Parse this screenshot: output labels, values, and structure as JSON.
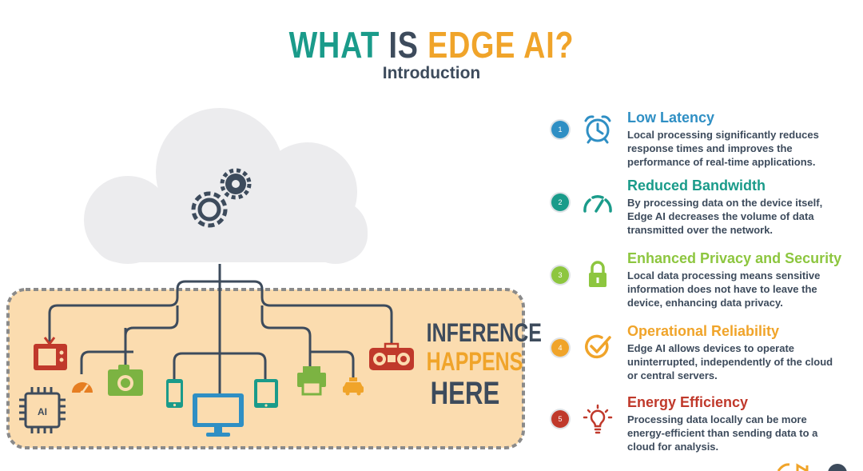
{
  "title": {
    "word1": "WHAT",
    "word2": "IS",
    "word3": "EDGE AI?"
  },
  "subtitle": "Introduction",
  "inference": {
    "line1": "INFERENCE",
    "line2": "HAPPENS",
    "line3": "HERE"
  },
  "chip_label": "AI",
  "features": [
    {
      "num": "1",
      "title": "Low Latency",
      "color": "#2f8fc4",
      "icon": "alarm-clock-icon",
      "desc": "Local processing significantly reduces response times and improves the performance of real-time applications."
    },
    {
      "num": "2",
      "title": "Reduced Bandwidth",
      "color": "#1a9b8a",
      "icon": "speedometer-icon",
      "desc": "By processing data on the device itself, Edge AI decreases the volume of data transmitted over the network."
    },
    {
      "num": "3",
      "title": "Enhanced Privacy and Security",
      "color": "#8dc63f",
      "icon": "padlock-icon",
      "desc": "Local data processing means sensitive information does not have to leave the device, enhancing data privacy."
    },
    {
      "num": "4",
      "title": "Operational Reliability",
      "color": "#f0a42a",
      "icon": "checkmark-circle-icon",
      "desc": "Edge AI allows devices to operate uninterrupted, independently of the cloud or central servers."
    },
    {
      "num": "5",
      "title": "Energy Efficiency",
      "color": "#c0392b",
      "icon": "lightbulb-icon",
      "desc": "Processing data locally can be more energy-efficient than sending data to a cloud for analysis."
    }
  ],
  "colors": {
    "teal": "#1a9b8a",
    "navy": "#3d4b5c",
    "orange": "#f0a42a",
    "panel": "#fbdcaf",
    "cloud": "#ececee",
    "blue": "#2f8fc4",
    "red": "#c0392b",
    "green": "#7cb342"
  }
}
